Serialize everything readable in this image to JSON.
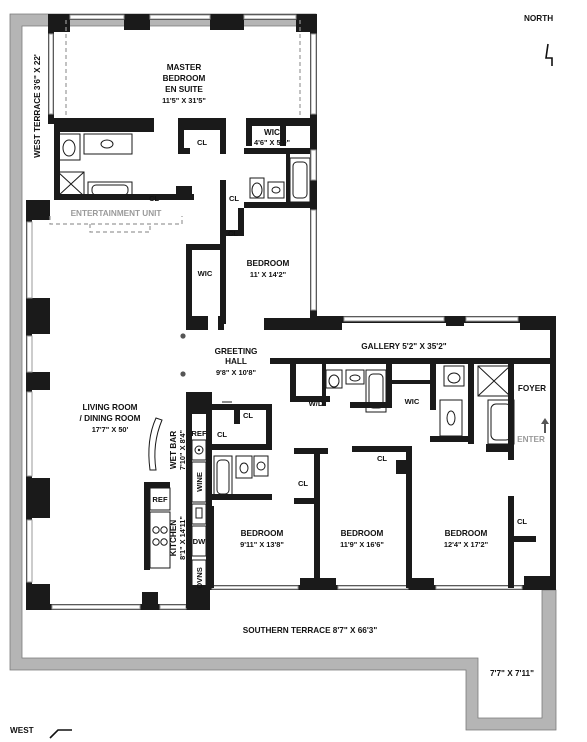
{
  "compass": {
    "north": "NORTH",
    "west": "WEST"
  },
  "rooms": {
    "master_bedroom": {
      "name_1": "MASTER",
      "name_2": "BEDROOM",
      "name_3": "EN SUITE",
      "dims": "11'5\" X 31'5\""
    },
    "wic_master": {
      "name": "WIC",
      "dims": "4'6\" X 5'9\""
    },
    "bedroom_north": {
      "name": "BEDROOM",
      "dims": "11' X 14'2\""
    },
    "greeting_hall": {
      "name_1": "GREETING",
      "name_2": "HALL",
      "dims": "9'8\" X 10'8\""
    },
    "gallery": {
      "label": "GALLERY 5'2\" X 35'2\""
    },
    "foyer": {
      "name": "FOYER"
    },
    "living_room": {
      "name_1": "LIVING ROOM",
      "name_2": "/ DINING ROOM",
      "dims": "17'7\" X 50'"
    },
    "wet_bar": {
      "name": "WET BAR",
      "dims": "7'10\" X 8'4\""
    },
    "kitchen": {
      "name": "KITCHEN",
      "dims": "8'1\" X 14'11\""
    },
    "bedroom_1": {
      "name": "BEDROOM",
      "dims": "9'11\" X 13'8\""
    },
    "bedroom_2": {
      "name": "BEDROOM",
      "dims": "11'9\" X 16'6\""
    },
    "bedroom_3": {
      "name": "BEDROOM",
      "dims": "12'4\" X 17'2\""
    },
    "west_terrace": {
      "label": "WEST TERRACE 3'6\" X 22'"
    },
    "southern_terrace": {
      "label": "SOUTHERN TERRACE 8'7\" X 66'3\""
    },
    "terrace_corner": {
      "label": "7'7\" X 7'11\""
    }
  },
  "fixtures": {
    "cl": "CL",
    "wic": "WIC",
    "wd": "W/D",
    "ref": "REF",
    "wine": "WINE",
    "dw": "DW",
    "ovns": "OVNS",
    "entertainment_unit": "ENTERTAINMENT UNIT",
    "enter": "ENTER"
  },
  "colors": {
    "wall": "#1a1a1a",
    "terrace_outline": "#9a9a9a",
    "background": "#ffffff"
  }
}
